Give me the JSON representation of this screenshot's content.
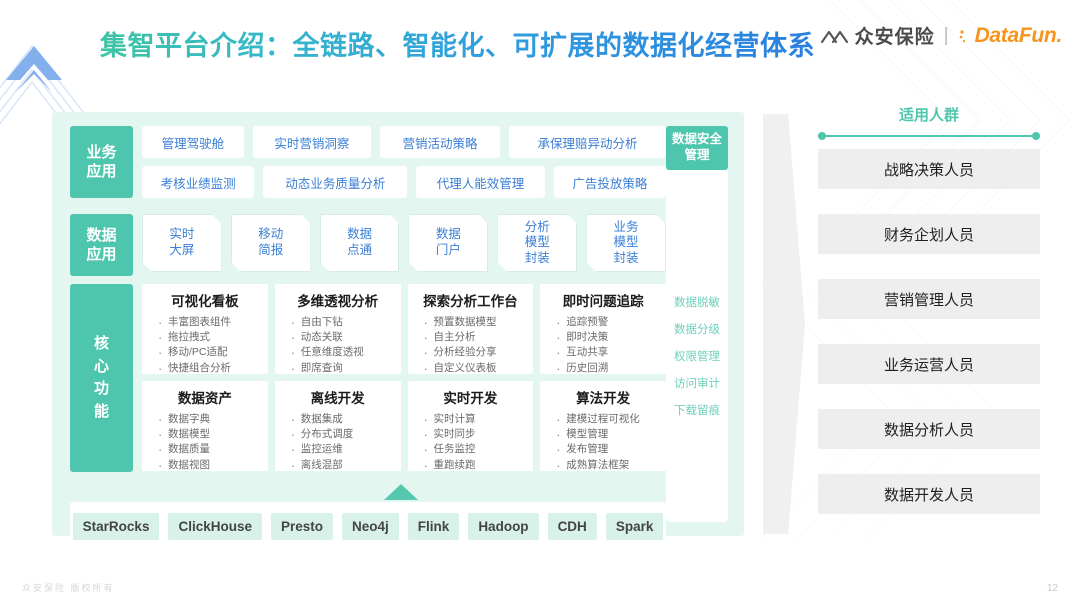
{
  "header": {
    "title": "集智平台介绍：全链路、智能化、可扩展的数据化经营体系",
    "brand_primary": "众安保险",
    "brand_divider": "|",
    "brand_secondary": "DataFun.",
    "accent_color": "#4ec6ae",
    "title_gradient_from": "#3fc4a4",
    "title_gradient_to": "#2a7fe0"
  },
  "platform": {
    "business": {
      "label": "业务\n应用",
      "rows": [
        [
          "管理驾驶舱",
          "实时营销洞察",
          "营销活动策略",
          "承保理赔异动分析"
        ],
        [
          "考核业绩监测",
          "动态业务质量分析",
          "代理人能效管理",
          "广告投放策略"
        ]
      ]
    },
    "security": {
      "label": "数据安全\n管理",
      "items": [
        "数据脱敏",
        "数据分级",
        "权限管理",
        "访问审计",
        "下载留痕"
      ]
    },
    "data_app": {
      "label": "数据\n应用",
      "items": [
        "实时\n大屏",
        "移动\n简报",
        "数据\n点通",
        "数据\n门户",
        "分析\n模型\n封装",
        "业务\n模型\n封装"
      ]
    },
    "core": {
      "label": "核\n心\n功\n能",
      "cards": [
        {
          "title": "可视化看板",
          "bullets": [
            "丰富图表组件",
            "拖拉拽式",
            "移动/PC适配",
            "快捷组合分析"
          ]
        },
        {
          "title": "多维透视分析",
          "bullets": [
            "自由下钻",
            "动态关联",
            "任意维度透视",
            "即席查询"
          ]
        },
        {
          "title": "探索分析工作台",
          "bullets": [
            "预置数据模型",
            "自主分析",
            "分析经验分享",
            "自定义仪表板"
          ]
        },
        {
          "title": "即时问题追踪",
          "bullets": [
            "追踪预警",
            "即时决策",
            "互动共享",
            "历史回溯"
          ]
        },
        {
          "title": "数据资产",
          "bullets": [
            "数据字典",
            "数据模型",
            "数据质量",
            "数据视图"
          ]
        },
        {
          "title": "离线开发",
          "bullets": [
            "数据集成",
            "分布式调度",
            "监控运维",
            "离线混部"
          ]
        },
        {
          "title": "实时开发",
          "bullets": [
            "实时计算",
            "实时同步",
            "任务监控",
            "重跑续跑"
          ]
        },
        {
          "title": "算法开发",
          "bullets": [
            "建模过程可视化",
            "模型管理",
            "发布管理",
            "成熟算法框架"
          ]
        }
      ]
    },
    "tech_stack": [
      "StarRocks",
      "ClickHouse",
      "Presto",
      "Neo4j",
      "Flink",
      "Hadoop",
      "CDH",
      "Spark"
    ]
  },
  "audience": {
    "title": "适用人群",
    "items": [
      "战略决策人员",
      "财务企划人员",
      "营销管理人员",
      "业务运营人员",
      "数据分析人员",
      "数据开发人员"
    ]
  },
  "footer": {
    "copyright": "众安保险 版权所有",
    "page_number": "12"
  }
}
